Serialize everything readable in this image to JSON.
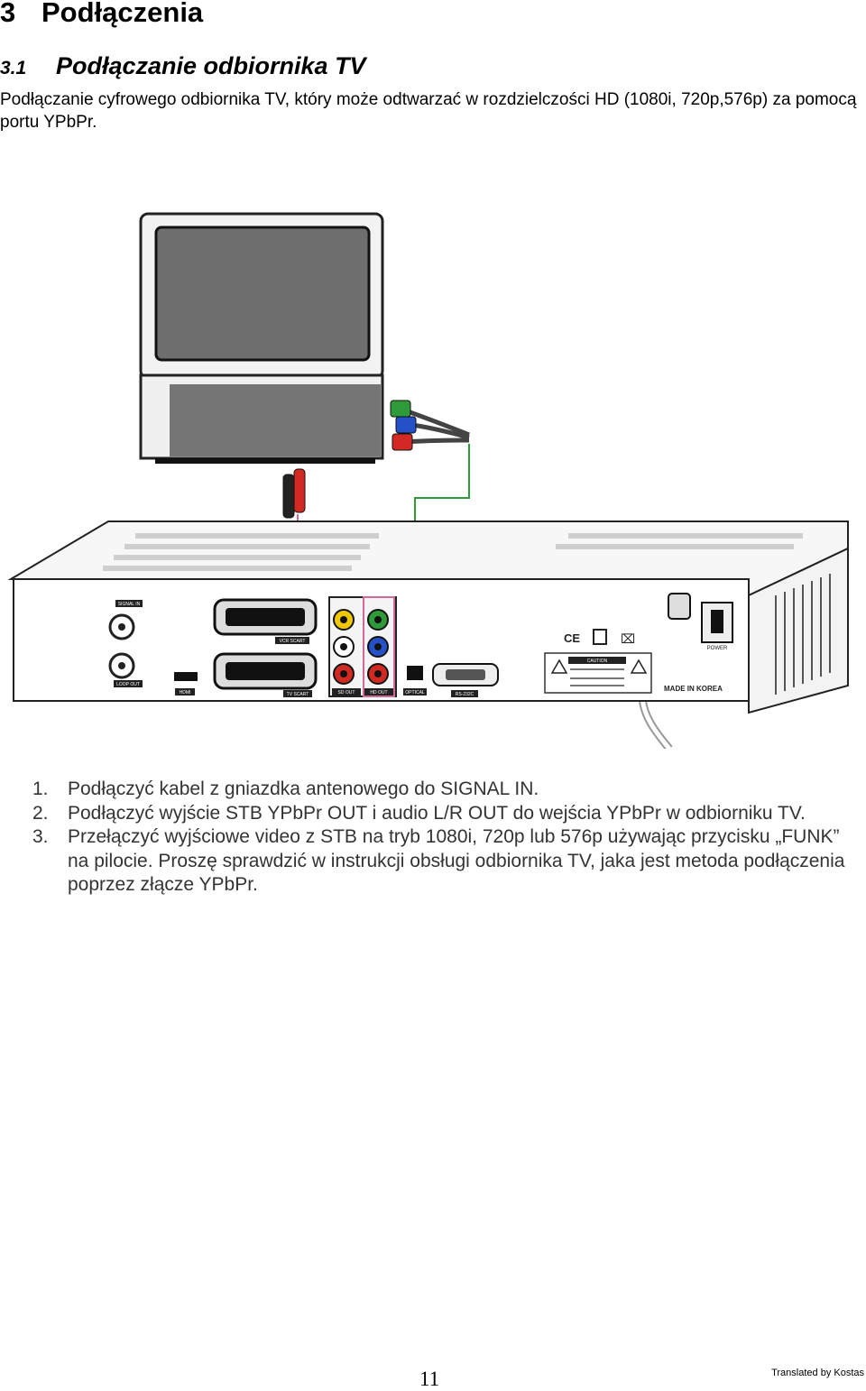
{
  "heading": {
    "number": "3",
    "title": "Podłączenia"
  },
  "subheading": {
    "number": "3.1",
    "title": "Podłączanie odbiornika TV"
  },
  "intro": "Podłączanie cyfrowego odbiornika TV, który może odtwarzać w rozdzielczości HD (1080i, 720p,576p) za pomocą portu YPbPr.",
  "diagram": {
    "labels": {
      "signal_in": "SIGNAL IN",
      "loop_out": "LOOP OUT",
      "vcr_scart": "VCR SCART",
      "tv_scart": "TV SCART",
      "hdmi": "HDMI",
      "sd_out": "SD OUT",
      "hd_out": "HD OUT",
      "optical": "OPTICAL",
      "rs232c": "RS-232C",
      "power": "POWER",
      "caution": "CAUTION",
      "made_in": "MADE IN KOREA"
    },
    "colors": {
      "cable_pink": "#d26a95",
      "cable_green": "#2f9a3a",
      "rca_red": "#d22a22",
      "rca_blue": "#2450c8",
      "rca_yellow": "#f0c800"
    }
  },
  "steps": [
    {
      "num": "1.",
      "text": "Podłączyć kabel z gniazdka antenowego do SIGNAL IN."
    },
    {
      "num": "2.",
      "text": "Podłączyć wyjście STB YPbPr OUT i audio L/R OUT do wejścia YPbPr w odbiorniku TV."
    },
    {
      "num": "3.",
      "text": "Przełączyć wyjściowe video z STB na tryb 1080i, 720p lub 576p używając przycisku „FUNK” na pilocie. Proszę sprawdzić w instrukcji obsługi odbiornika TV, jaka jest metoda podłączenia poprzez złącze YPbPr."
    }
  ],
  "footer": {
    "page": "11",
    "credit": "Translated by Kostas"
  }
}
